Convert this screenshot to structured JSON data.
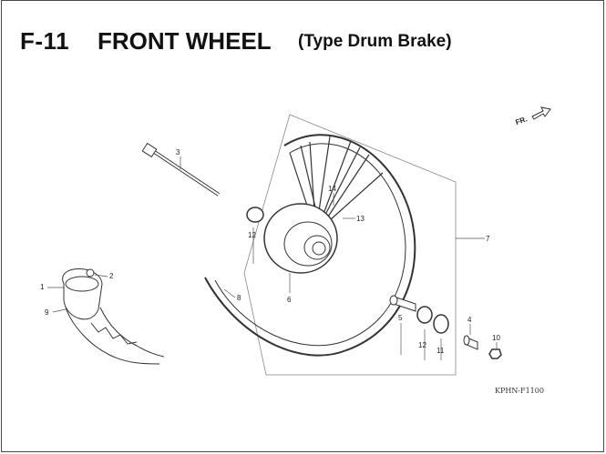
{
  "header": {
    "section": "F-11",
    "title": "FRONT WHEEL",
    "subtitle": "(Type Drum Brake)"
  },
  "diagram": {
    "direction_label": "FR.",
    "drawing_code": "KPHN-F1100",
    "callouts": [
      "1",
      "2",
      "3",
      "4",
      "5",
      "6",
      "7",
      "8",
      "9",
      "10",
      "11",
      "12",
      "12",
      "13",
      "14"
    ]
  }
}
